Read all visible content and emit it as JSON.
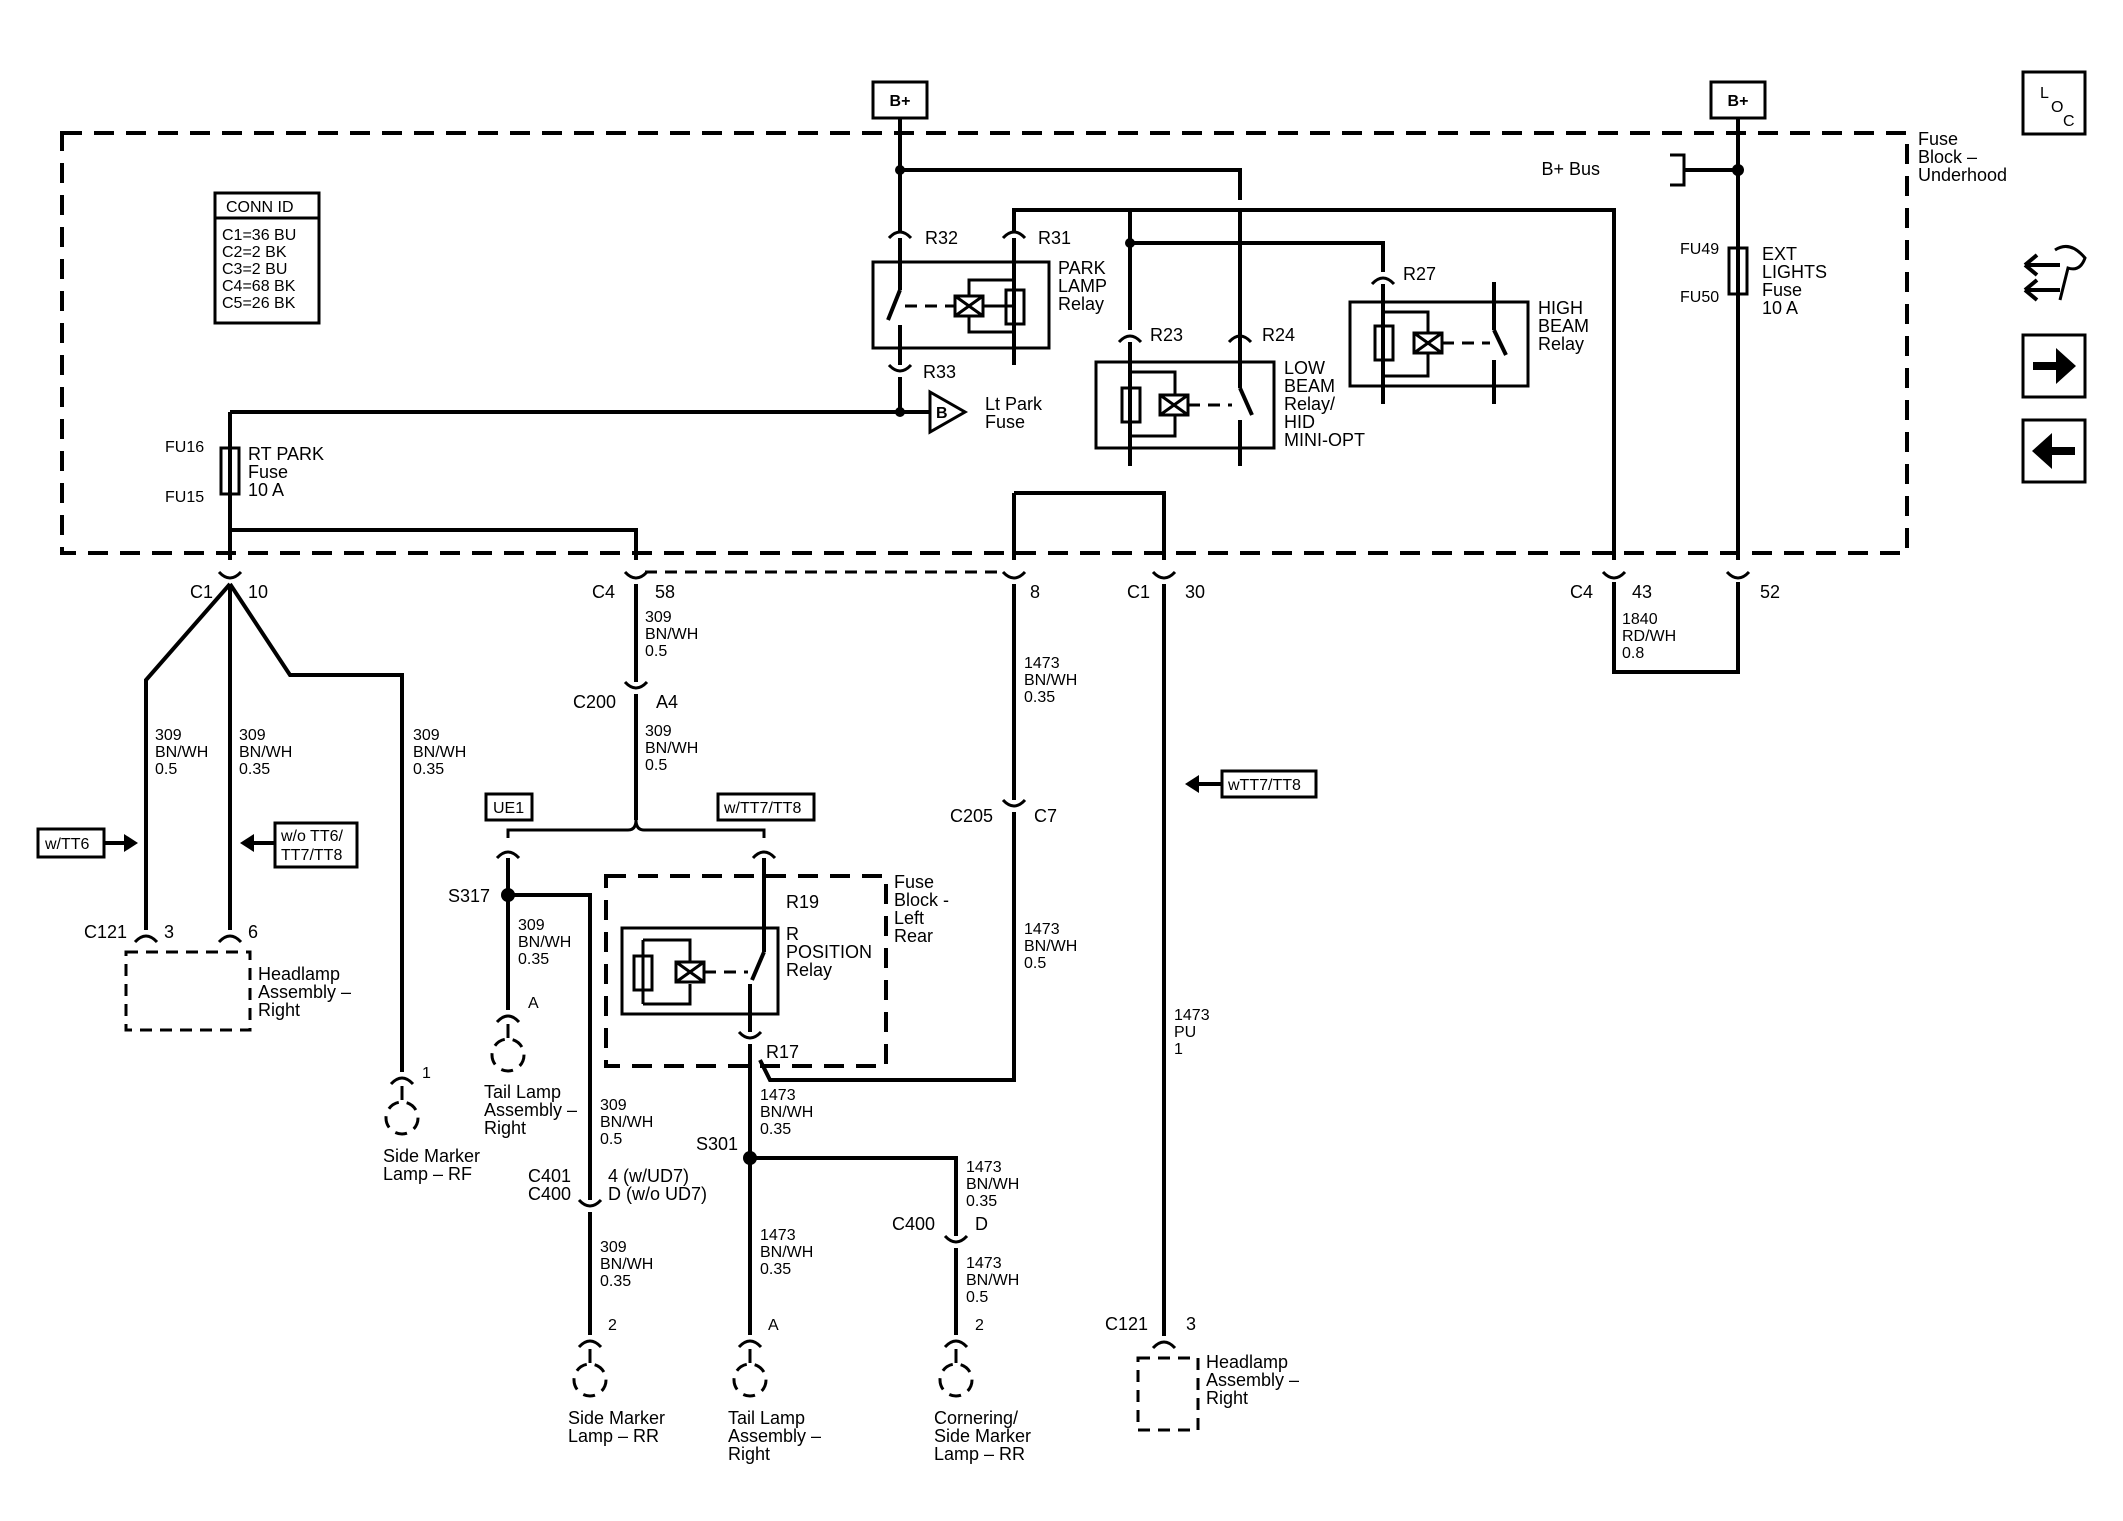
{
  "power": {
    "bplus_left": "B+",
    "bplus_right": "B+"
  },
  "loc": {
    "l": "L",
    "o": "O",
    "c": "C"
  },
  "fuse_block_underhood": [
    "Fuse",
    "Block –",
    "Underhood"
  ],
  "bplus_bus": "B+ Bus",
  "conn_id": {
    "title": "CONN ID",
    "rows": [
      "C1=36 BU",
      "C2=2 BK",
      "C3=2 BU",
      "C4=68 BK",
      "C5=26 BK"
    ]
  },
  "park_lamp_relay": {
    "label": [
      "PARK",
      "LAMP",
      "Relay"
    ],
    "r32": "R32",
    "r31": "R31",
    "r33": "R33"
  },
  "lt_park_fuse": {
    "letter": "B",
    "label": [
      "Lt Park",
      "Fuse"
    ]
  },
  "low_beam_relay": {
    "label": [
      "LOW",
      "BEAM",
      "Relay/",
      "HID",
      "MINI-OPT"
    ],
    "r23": "R23",
    "r24": "R24"
  },
  "high_beam_relay": {
    "label": [
      "HIGH",
      "BEAM",
      "Relay"
    ],
    "r27": "R27"
  },
  "ext_lights_fuse": {
    "fu49": "FU49",
    "fu50": "FU50",
    "label": [
      "EXT",
      "LIGHTS",
      "Fuse",
      "10 A"
    ]
  },
  "rt_park_fuse": {
    "fu16": "FU16",
    "fu15": "FU15",
    "label": [
      "RT PARK",
      "Fuse",
      "10 A"
    ]
  },
  "connectors": {
    "c1_10": {
      "name": "C1",
      "pin": "10"
    },
    "c4_58": {
      "name": "C4",
      "pin": "58"
    },
    "pin8": "8",
    "c1_30": {
      "name": "C1",
      "pin": "30"
    },
    "c4_43": {
      "name": "C4",
      "pin": "43"
    },
    "pin52": "52",
    "c200": {
      "name": "C200",
      "pin": "A4"
    },
    "c205": {
      "name": "C205",
      "pin": "C7"
    },
    "c121_left": {
      "name": "C121",
      "pin3": "3",
      "pin6": "6"
    },
    "c121_right": {
      "name": "C121",
      "pin": "3"
    },
    "c401_c400": {
      "name1": "C401",
      "name2": "C400",
      "pin1": "4 (w/UD7)",
      "pin2": "D (w/o UD7)"
    },
    "c400_d": {
      "name": "C400",
      "pin": "D"
    },
    "r19": "R19",
    "r17": "R17"
  },
  "splices": {
    "s317": "S317",
    "s301": "S301"
  },
  "wires": {
    "w1840": [
      "1840",
      "RD/WH",
      "0.8"
    ],
    "w309_c4": [
      "309",
      "BN/WH",
      "0.5"
    ],
    "w309_c200": [
      "309",
      "BN/WH",
      "0.5"
    ],
    "w309_left1": [
      "309",
      "BN/WH",
      "0.5"
    ],
    "w309_left2": [
      "309",
      "BN/WH",
      "0.35"
    ],
    "w309_left3": [
      "309",
      "BN/WH",
      "0.35"
    ],
    "w1473_8": [
      "1473",
      "BN/WH",
      "0.35"
    ],
    "w1473_c7": [
      "1473",
      "BN/WH",
      "0.5"
    ],
    "w1473_pu": [
      "1473",
      "PU",
      "1"
    ],
    "w309_s317": [
      "309",
      "BN/WH",
      "0.35"
    ],
    "w309_rr1": [
      "309",
      "BN/WH",
      "0.5"
    ],
    "w309_rr2": [
      "309",
      "BN/WH",
      "0.35"
    ],
    "w1473_r17": [
      "1473",
      "BN/WH",
      "0.35"
    ],
    "w1473_tail": [
      "1473",
      "BN/WH",
      "0.35"
    ],
    "w1473_corner1": [
      "1473",
      "BN/WH",
      "0.35"
    ],
    "w1473_corner2": [
      "1473",
      "BN/WH",
      "0.5"
    ]
  },
  "options": {
    "ue1": "UE1",
    "w_tt7_tt8_top": "w/TT7/TT8",
    "w_tt6": "w/TT6",
    "wo_tt6": [
      "w/o TT6/",
      "TT7/TT8"
    ],
    "w_tt7_tt8_right": "wTT7/TT8"
  },
  "fuse_block_left_rear": [
    "Fuse",
    "Block -",
    "Left",
    "Rear"
  ],
  "r_position_relay": [
    "R",
    "POSITION",
    "Relay"
  ],
  "components": {
    "headlamp_left": [
      "Headlamp",
      "Assembly –",
      "Right"
    ],
    "headlamp_right": [
      "Headlamp",
      "Assembly –",
      "Right"
    ],
    "side_marker_rf": {
      "pin": "1",
      "label": [
        "Side Marker",
        "Lamp – RF"
      ]
    },
    "tail_lamp_a": {
      "pin": "A",
      "label": [
        "Tail Lamp",
        "Assembly –",
        "Right"
      ]
    },
    "side_marker_rr": {
      "pin": "2",
      "label": [
        "Side Marker",
        "Lamp – RR"
      ]
    },
    "tail_lamp_b": {
      "pin": "A",
      "label": [
        "Tail Lamp",
        "Assembly –",
        "Right"
      ]
    },
    "cornering": {
      "pin": "2",
      "label": [
        "Cornering/",
        "Side Marker",
        "Lamp – RR"
      ]
    }
  }
}
